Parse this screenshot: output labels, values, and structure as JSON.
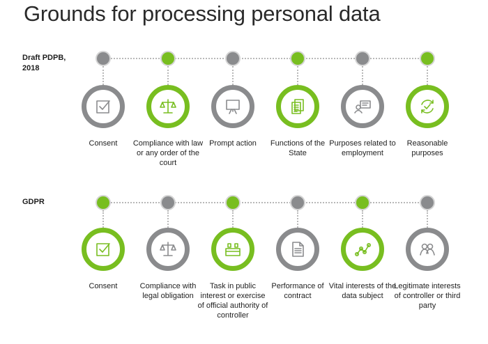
{
  "title": "Grounds for processing personal data",
  "colors": {
    "green": "#78be20",
    "gray": "#8a8b8d",
    "dotted_line": "#b8b8b8"
  },
  "rows": [
    {
      "label": "Draft PDPB, 2018",
      "items": [
        {
          "label": "Consent",
          "status": "gray",
          "icon": "checkbox-icon"
        },
        {
          "label": "Compliance with law or any order of the court",
          "status": "green",
          "icon": "scales-icon"
        },
        {
          "label": "Prompt action",
          "status": "gray",
          "icon": "easel-icon"
        },
        {
          "label": "Functions of the State",
          "status": "green",
          "icon": "documents-icon"
        },
        {
          "label": "Purposes related to employment",
          "status": "gray",
          "icon": "employee-card-icon"
        },
        {
          "label": "Reasonable purposes",
          "status": "green",
          "icon": "refresh-check-icon"
        }
      ]
    },
    {
      "label": "GDPR",
      "items": [
        {
          "label": "Consent",
          "status": "green",
          "icon": "checkbox-icon"
        },
        {
          "label": "Compliance with legal obligation",
          "status": "gray",
          "icon": "scales-icon"
        },
        {
          "label": "Task in public interest or exercise of official authority of controller",
          "status": "green",
          "icon": "building-icon"
        },
        {
          "label": "Performance of contract",
          "status": "gray",
          "icon": "document-icon"
        },
        {
          "label": "Vital interests of the data subject",
          "status": "green",
          "icon": "network-icon"
        },
        {
          "label": "Legitimate interests of controller or third party",
          "status": "gray",
          "icon": "people-icon"
        }
      ]
    }
  ]
}
